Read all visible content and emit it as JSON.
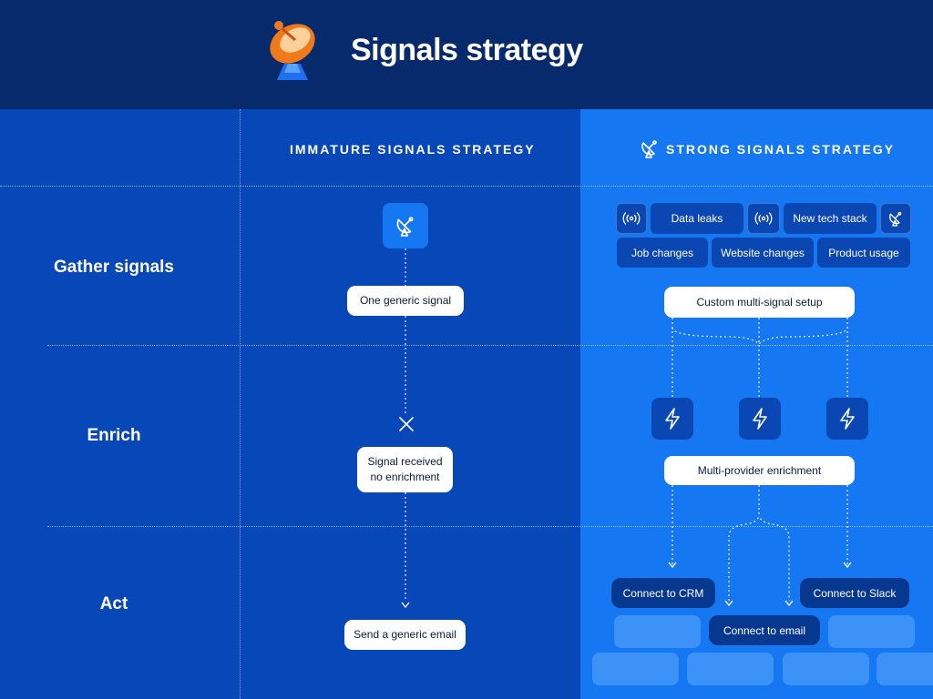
{
  "header": {
    "title": "Signals strategy",
    "logo_icon": "satellite-dish-icon"
  },
  "columns": {
    "immature": "IMMATURE SIGNALS STRATEGY",
    "strong": "STRONG SIGNALS STRATEGY"
  },
  "rows": {
    "gather": "Gather signals",
    "enrich": "Enrich",
    "act": "Act"
  },
  "immature": {
    "signal": "One generic signal",
    "no_enrichment_line1": "Signal received",
    "no_enrichment_line2": "no enrichment",
    "action": "Send a generic email"
  },
  "strong": {
    "signals_row1": [
      "Data leaks",
      "New tech stack"
    ],
    "signals_row2": [
      "Job changes",
      "Website changes",
      "Product usage"
    ],
    "setup": "Custom multi-signal setup",
    "enrichment": "Multi-provider enrichment",
    "crm": "Connect to CRM",
    "slack": "Connect to Slack",
    "email": "Connect to email"
  },
  "colors": {
    "header": "#062a6b",
    "left_panel": "#0747b8",
    "right_panel": "#1677f2",
    "chip": "#0a47b2"
  }
}
